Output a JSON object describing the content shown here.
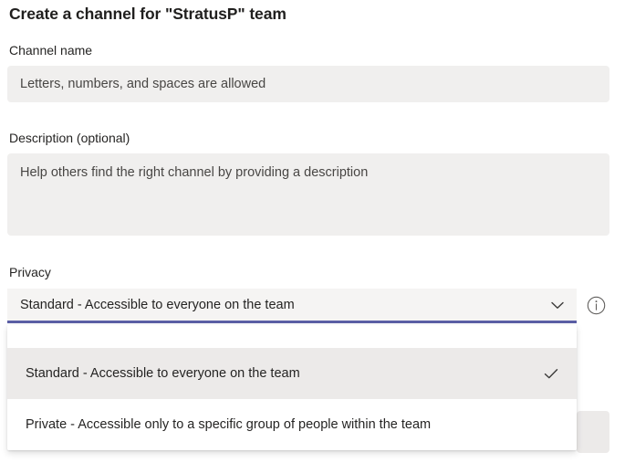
{
  "dialog": {
    "title": "Create a channel for \"StratusP\" team"
  },
  "fields": {
    "channel_name": {
      "label": "Channel name",
      "placeholder": "Letters, numbers, and spaces are allowed",
      "value": ""
    },
    "description": {
      "label": "Description (optional)",
      "placeholder": "Help others find the right channel by providing a description",
      "value": ""
    },
    "privacy": {
      "label": "Privacy",
      "selected_value": "Standard - Accessible to everyone on the team",
      "chevron_icon": "chevron-down-icon",
      "info_icon": "info-circle-icon",
      "options": [
        {
          "label": "Standard - Accessible to everyone on the team",
          "selected": true,
          "check_icon": "check-icon"
        },
        {
          "label": "Private - Accessible only to a specific group of people within the team",
          "selected": false,
          "check_icon": ""
        }
      ]
    }
  },
  "colors": {
    "accent": "#5b5fa5",
    "input_fill": "#f0efee",
    "select_fill": "#f5f4f3",
    "option_hover": "#eceae9",
    "text": "#252423",
    "placeholder_text": "#484644"
  }
}
